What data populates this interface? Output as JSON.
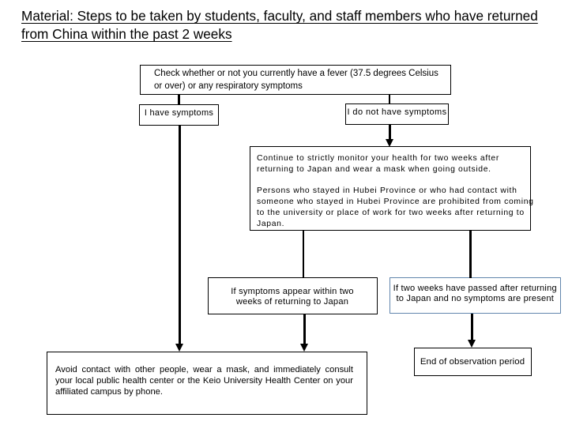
{
  "title": {
    "full_text": "Material: Steps to be taken by students, faculty, and staff members who have returned from China within the past 2 weeks",
    "lines": [
      "Material: Steps to be taken by students, faculty, and staff members who have returned",
      "from China within the past 2 weeks"
    ]
  },
  "flowchart": {
    "boxes": {
      "check": {
        "lines": [
          "Check whether or not you currently have a fever (37.5 degrees Celsius",
          "or over) or any respiratory symptoms"
        ]
      },
      "have_symptoms": {
        "label": "I have symptoms"
      },
      "not_have_symptoms": {
        "label": "I do not have symptoms"
      },
      "monitor": {
        "lines": [
          "Continue to strictly monitor your health for two weeks after",
          "returning to Japan and wear a mask when going outside.",
          "",
          "Persons who stayed in Hubei Province or who had contact with",
          "someone who stayed in Hubei Province are prohibited from coming",
          "to the university or place of work for two weeks after returning to",
          "Japan."
        ]
      },
      "symptoms_appear": {
        "lines": [
          "If symptoms appear within two",
          "weeks of returning to Japan"
        ]
      },
      "two_weeks_passed": {
        "lines": [
          "If two weeks have passed after returning",
          "to Japan and no symptoms are present"
        ]
      },
      "avoid_contact": {
        "lines": [
          "Avoid contact with other people, wear a mask, and immediately consult",
          "your local public health center or the Keio University Health Center on your",
          "affiliated campus by phone."
        ]
      },
      "end_observation": {
        "label": "End of observation period"
      }
    },
    "colors": {
      "box_border": "#000000",
      "highlight_box_border": "#6286ad",
      "connector": "#000000",
      "text": "#000000",
      "background": "#ffffff"
    }
  }
}
